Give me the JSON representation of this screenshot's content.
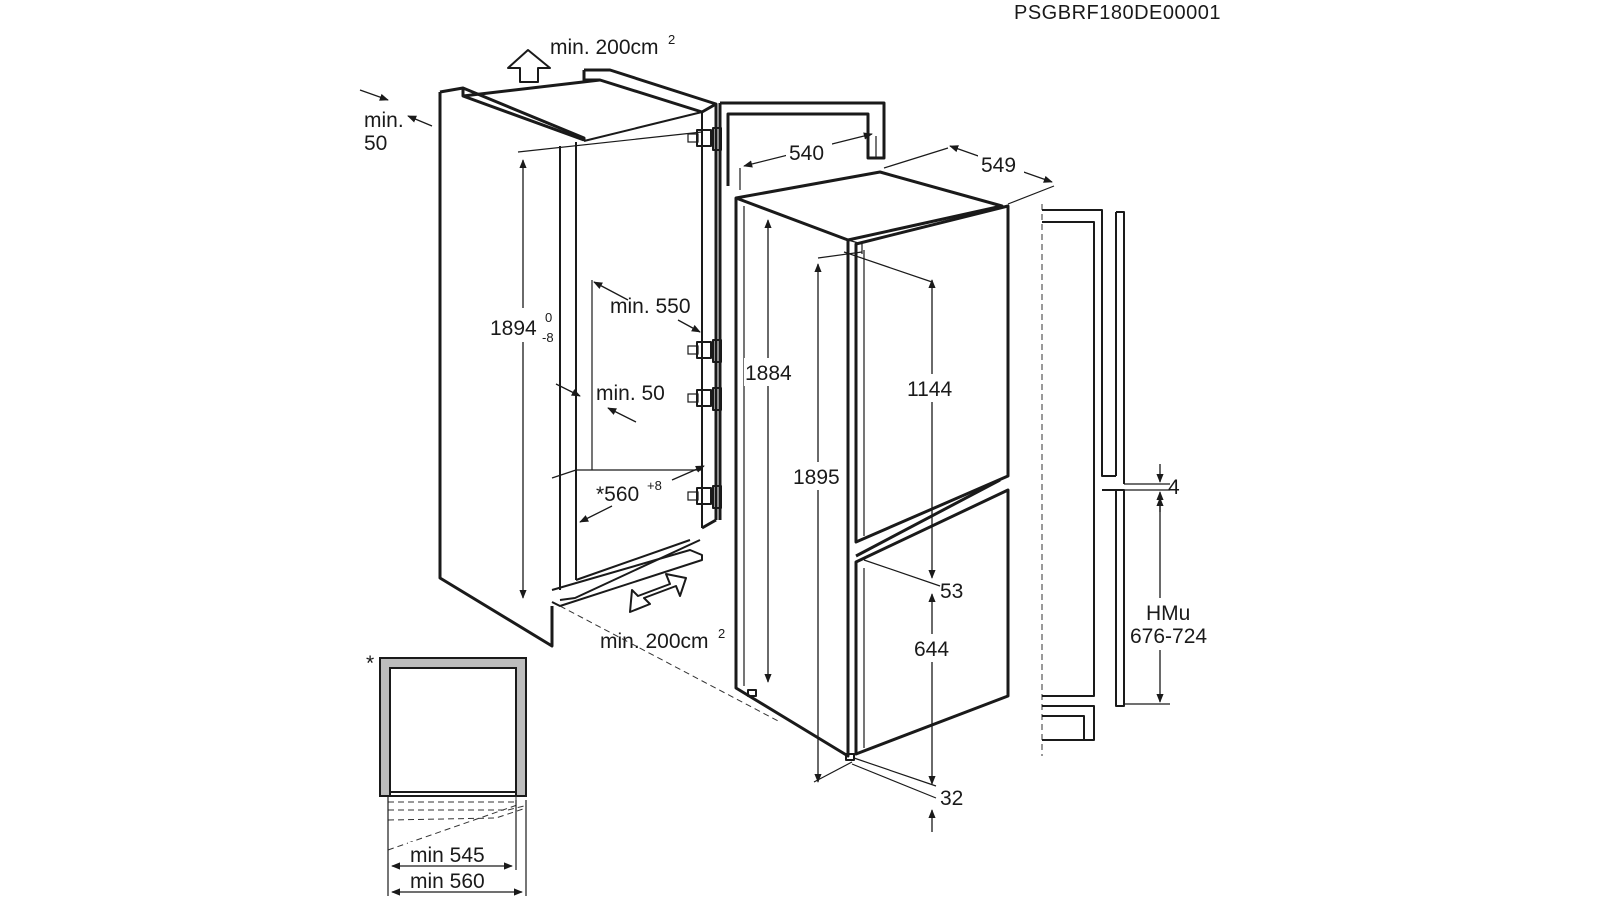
{
  "doc_code": "PSGBRF180DE00001",
  "labels": {
    "vent_top": "min. 200cm",
    "vent_top_sup": "2",
    "vent_bottom": "min. 200cm",
    "vent_bottom_sup": "2",
    "rear_gap_a": "min.",
    "rear_gap_b": "50",
    "niche_height": "1894",
    "niche_height_tol_upper": "0",
    "niche_height_tol_lower": "-8",
    "depth_min": "min. 550",
    "side_min": "min. 50",
    "niche_width": "*560",
    "niche_width_tol": "+8",
    "width_540": "540",
    "depth_549": "549",
    "appliance_1884": "1884",
    "appliance_1895": "1895",
    "upper_door": "1144",
    "door_gap": "53",
    "lower_door": "644",
    "bottom_gap": "32",
    "gap_4": "4",
    "hmu_a": "HMu",
    "hmu_b": "676-724",
    "asterisk": "*",
    "min_545": "min 545",
    "min_560": "min 560"
  }
}
